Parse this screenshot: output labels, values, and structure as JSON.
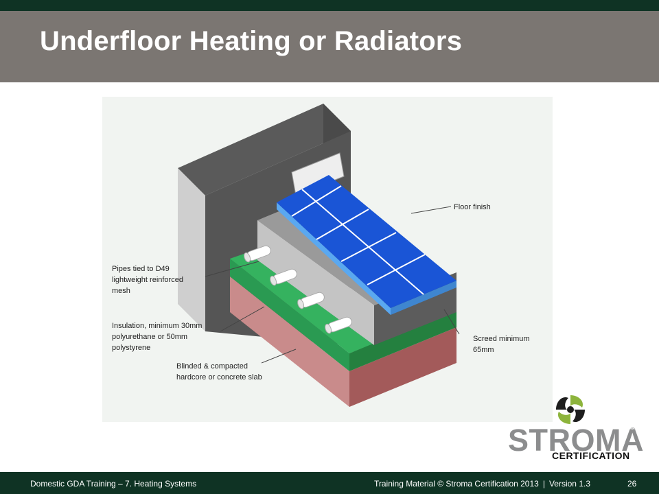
{
  "slide": {
    "title": "Underfloor Heating or Radiators"
  },
  "diagram": {
    "labels": {
      "floor_finish": "Floor finish",
      "pipes_line1": "Pipes tied to D49",
      "pipes_line2": "lightweight reinforced",
      "pipes_line3": "mesh",
      "insulation_line1": "Insulation, minimum 30mm",
      "insulation_line2": "polyurethane or 50mm",
      "insulation_line3": "polystyrene",
      "hardcore_line1": "Blinded & compacted",
      "hardcore_line2": "hardcore or concrete slab",
      "screed_line1": "Screed minimum",
      "screed_line2": "65mm"
    },
    "colors": {
      "wall_front": "#cfcfcf",
      "wall_top": "#5a5a5a",
      "wall_side": "#4a4a4a",
      "screed_top": "#9a9a9a",
      "screed_side": "#5c5c5c",
      "insulation": "#2ea35a",
      "slab": "#c98b8b",
      "tile": "#1a55d6",
      "tile_edge": "#5aa8f0"
    }
  },
  "logo": {
    "name": "STROMA",
    "registered": "®",
    "subtitle": "CERTIFICATION"
  },
  "footer": {
    "left": "Domestic GDA Training – 7. Heating Systems",
    "right_material": "Training Material © Stroma Certification 2013",
    "separator": "|",
    "right_version": "Version 1.3",
    "page_number": "26"
  }
}
